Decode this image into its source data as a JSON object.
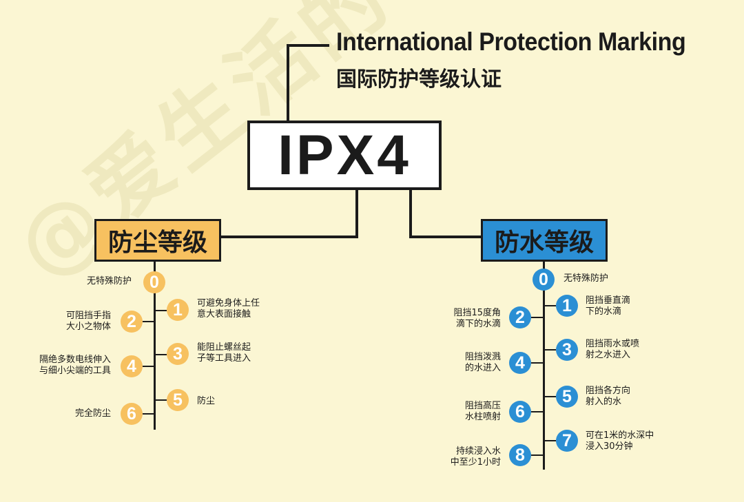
{
  "title_en": "International Protection Marking",
  "title_cn": "国际防护等级认证",
  "code": "IPX4",
  "watermark": "@爱生活的马克君",
  "colors": {
    "dust": "#f7c160",
    "water": "#2b8fd4",
    "background": "#fbf6d3"
  },
  "dust": {
    "title": "防尘等级",
    "levels": [
      {
        "n": "0",
        "label": "无特殊防护"
      },
      {
        "n": "1",
        "label": "可避免身体上任\n意大表面接触"
      },
      {
        "n": "2",
        "label": "可阻挡手指\n大小之物体"
      },
      {
        "n": "3",
        "label": "能阻止螺丝起\n子等工具进入"
      },
      {
        "n": "4",
        "label": "隔绝多数电线伸入\n与细小尖端的工具"
      },
      {
        "n": "5",
        "label": "防尘"
      },
      {
        "n": "6",
        "label": "完全防尘"
      }
    ]
  },
  "water": {
    "title": "防水等级",
    "levels": [
      {
        "n": "0",
        "label": "无特殊防护"
      },
      {
        "n": "1",
        "label": "阻挡垂直滴\n下的水滴"
      },
      {
        "n": "2",
        "label": "阻挡15度角\n滴下的水滴"
      },
      {
        "n": "3",
        "label": "阻挡雨水或喷\n射之水进入"
      },
      {
        "n": "4",
        "label": "阻挡泼溅\n的水进入"
      },
      {
        "n": "5",
        "label": "阻挡各方向\n射入的水"
      },
      {
        "n": "6",
        "label": "阻挡高压\n水柱喷射"
      },
      {
        "n": "7",
        "label": "可在1米的水深中\n浸入30分钟"
      },
      {
        "n": "8",
        "label": "持续浸入水\n中至少1小时"
      }
    ]
  }
}
